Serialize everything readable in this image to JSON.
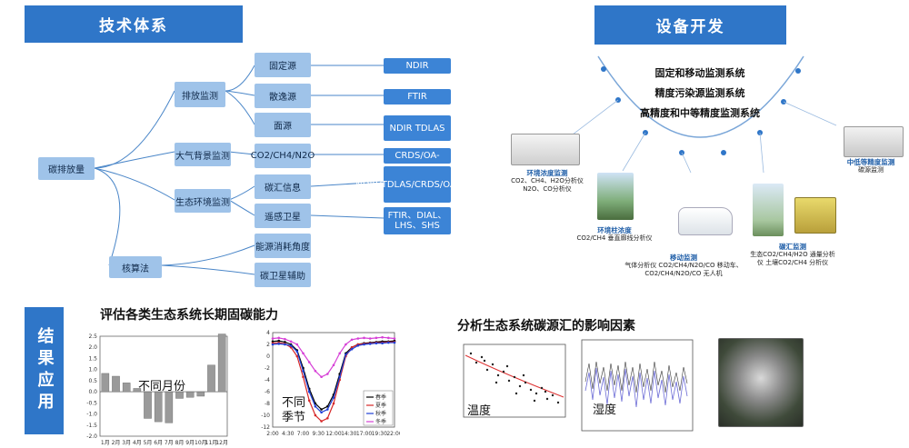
{
  "left_banner": "技术体系",
  "right_banner": "设备开发",
  "side_banner": "结果应用",
  "tree": {
    "root": "碳排放量",
    "level1": [
      "排放监测",
      "大气背景监测",
      "生态环境监测",
      "核算法"
    ],
    "level2": [
      "固定源",
      "散逸源",
      "面源",
      "CO2/CH4/N2O",
      "碳汇信息",
      "遥感卫星",
      "能源消耗角度",
      "碳卫星辅助"
    ],
    "level3": [
      "NDIR",
      "FTIR",
      "NDIR TDLAS",
      "CRDS/OA-",
      "NDIR/TDLAS/CRDS/OA/FTIR",
      "FTIR、DIAL、LHS、SHS"
    ]
  },
  "systems": [
    "固定和移动监测系统",
    "精度污染源监测系统",
    "高精度和中等精度监测系统"
  ],
  "devices": [
    {
      "title": "环境浓度监测",
      "desc": "CO2、CH4、H2O分析仪 N2O、CO分析仪"
    },
    {
      "title": "环境柱浓度",
      "desc": "CO2/CH4 垂直廓线分析仪"
    },
    {
      "title": "移动监测",
      "desc": "气体分析仪 CO2/CH4/N2O/CO 移动车、CO2/CH4/N2O/CO 无人机"
    },
    {
      "title": "碳汇监测",
      "desc": "生态CO2/CH4/H2O 通量分析仪 土壤CO2/CH4 分析仪"
    },
    {
      "title": "中低等精度监测",
      "desc": "碳源监测"
    }
  ],
  "left_chart_title": "评估各类生态系统长期固碳能力",
  "right_chart_title": "分析生态系统碳源汇的影响因素",
  "bar_overlay": "不同月份",
  "line_overlay": "不同\n季节",
  "scatter_overlay": "温度",
  "ts_overlay": "湿度",
  "season_legend": [
    "春季",
    "夏季",
    "秋季",
    "冬季"
  ],
  "colors": {
    "banner": "#2f76c8",
    "level_node": "#9fc3e9",
    "tech_node": "#3c84d6",
    "connector": "#4a86c8"
  },
  "chart_data": [
    {
      "type": "bar",
      "categories": [
        "1月",
        "2月",
        "3月",
        "4月",
        "5月",
        "6月",
        "7月",
        "8月",
        "9月",
        "10月",
        "11月",
        "12月"
      ],
      "values": [
        0.826,
        0.7,
        0.4,
        0.15,
        -1.2,
        -1.35,
        -1.4,
        -0.3,
        -0.25,
        -0.2,
        1.2,
        2.6
      ],
      "yticks": [
        "2.5",
        "2.0",
        "1.5",
        "1.0",
        "0.5",
        "0.0",
        "-0.5",
        "-1.0",
        "-1.5",
        "-2.0"
      ],
      "ylim": [
        -2.0,
        2.5
      ]
    },
    {
      "type": "line",
      "x": [
        0,
        1,
        2,
        3,
        4,
        5,
        6,
        7,
        8,
        9,
        10,
        11,
        12,
        13,
        14,
        15,
        16,
        17,
        18,
        19,
        20
      ],
      "series": [
        {
          "name": "春季",
          "values": [
            2.5,
            2.6,
            2.4,
            2.0,
            1.0,
            -2.0,
            -5.5,
            -8.0,
            -9.0,
            -8.5,
            -6.5,
            -3.0,
            0.5,
            1.5,
            2.0,
            2.2,
            2.3,
            2.4,
            2.5,
            2.5,
            2.6
          ]
        },
        {
          "name": "夏季",
          "values": [
            2.2,
            2.3,
            2.1,
            1.5,
            0.0,
            -3.5,
            -7.5,
            -10.0,
            -11.0,
            -10.5,
            -8.0,
            -4.0,
            0.0,
            1.5,
            2.0,
            2.1,
            2.2,
            2.3,
            2.3,
            2.4,
            2.4
          ]
        },
        {
          "name": "秋季",
          "values": [
            2.0,
            2.1,
            2.0,
            1.8,
            0.8,
            -2.5,
            -6.0,
            -8.5,
            -9.5,
            -9.0,
            -7.0,
            -3.5,
            0.3,
            1.2,
            1.8,
            2.0,
            2.1,
            2.2,
            2.2,
            2.3,
            2.3
          ]
        },
        {
          "name": "冬季",
          "values": [
            3.0,
            3.1,
            2.9,
            2.5,
            2.0,
            0.5,
            -1.0,
            -2.5,
            -3.5,
            -3.0,
            -1.5,
            0.5,
            2.0,
            2.8,
            3.0,
            3.1,
            3.0,
            3.1,
            3.2,
            3.1,
            3.0
          ]
        }
      ],
      "xticks": [
        "2:00",
        "4:30",
        "7:00",
        "9:30",
        "12:00",
        "14:30",
        "17:00",
        "19:30",
        "22:00"
      ],
      "yticks": [
        "4",
        "2",
        "0",
        "-2",
        "-4",
        "-6",
        "-8",
        "-10",
        "-12"
      ],
      "ylim": [
        -12,
        4
      ]
    }
  ]
}
